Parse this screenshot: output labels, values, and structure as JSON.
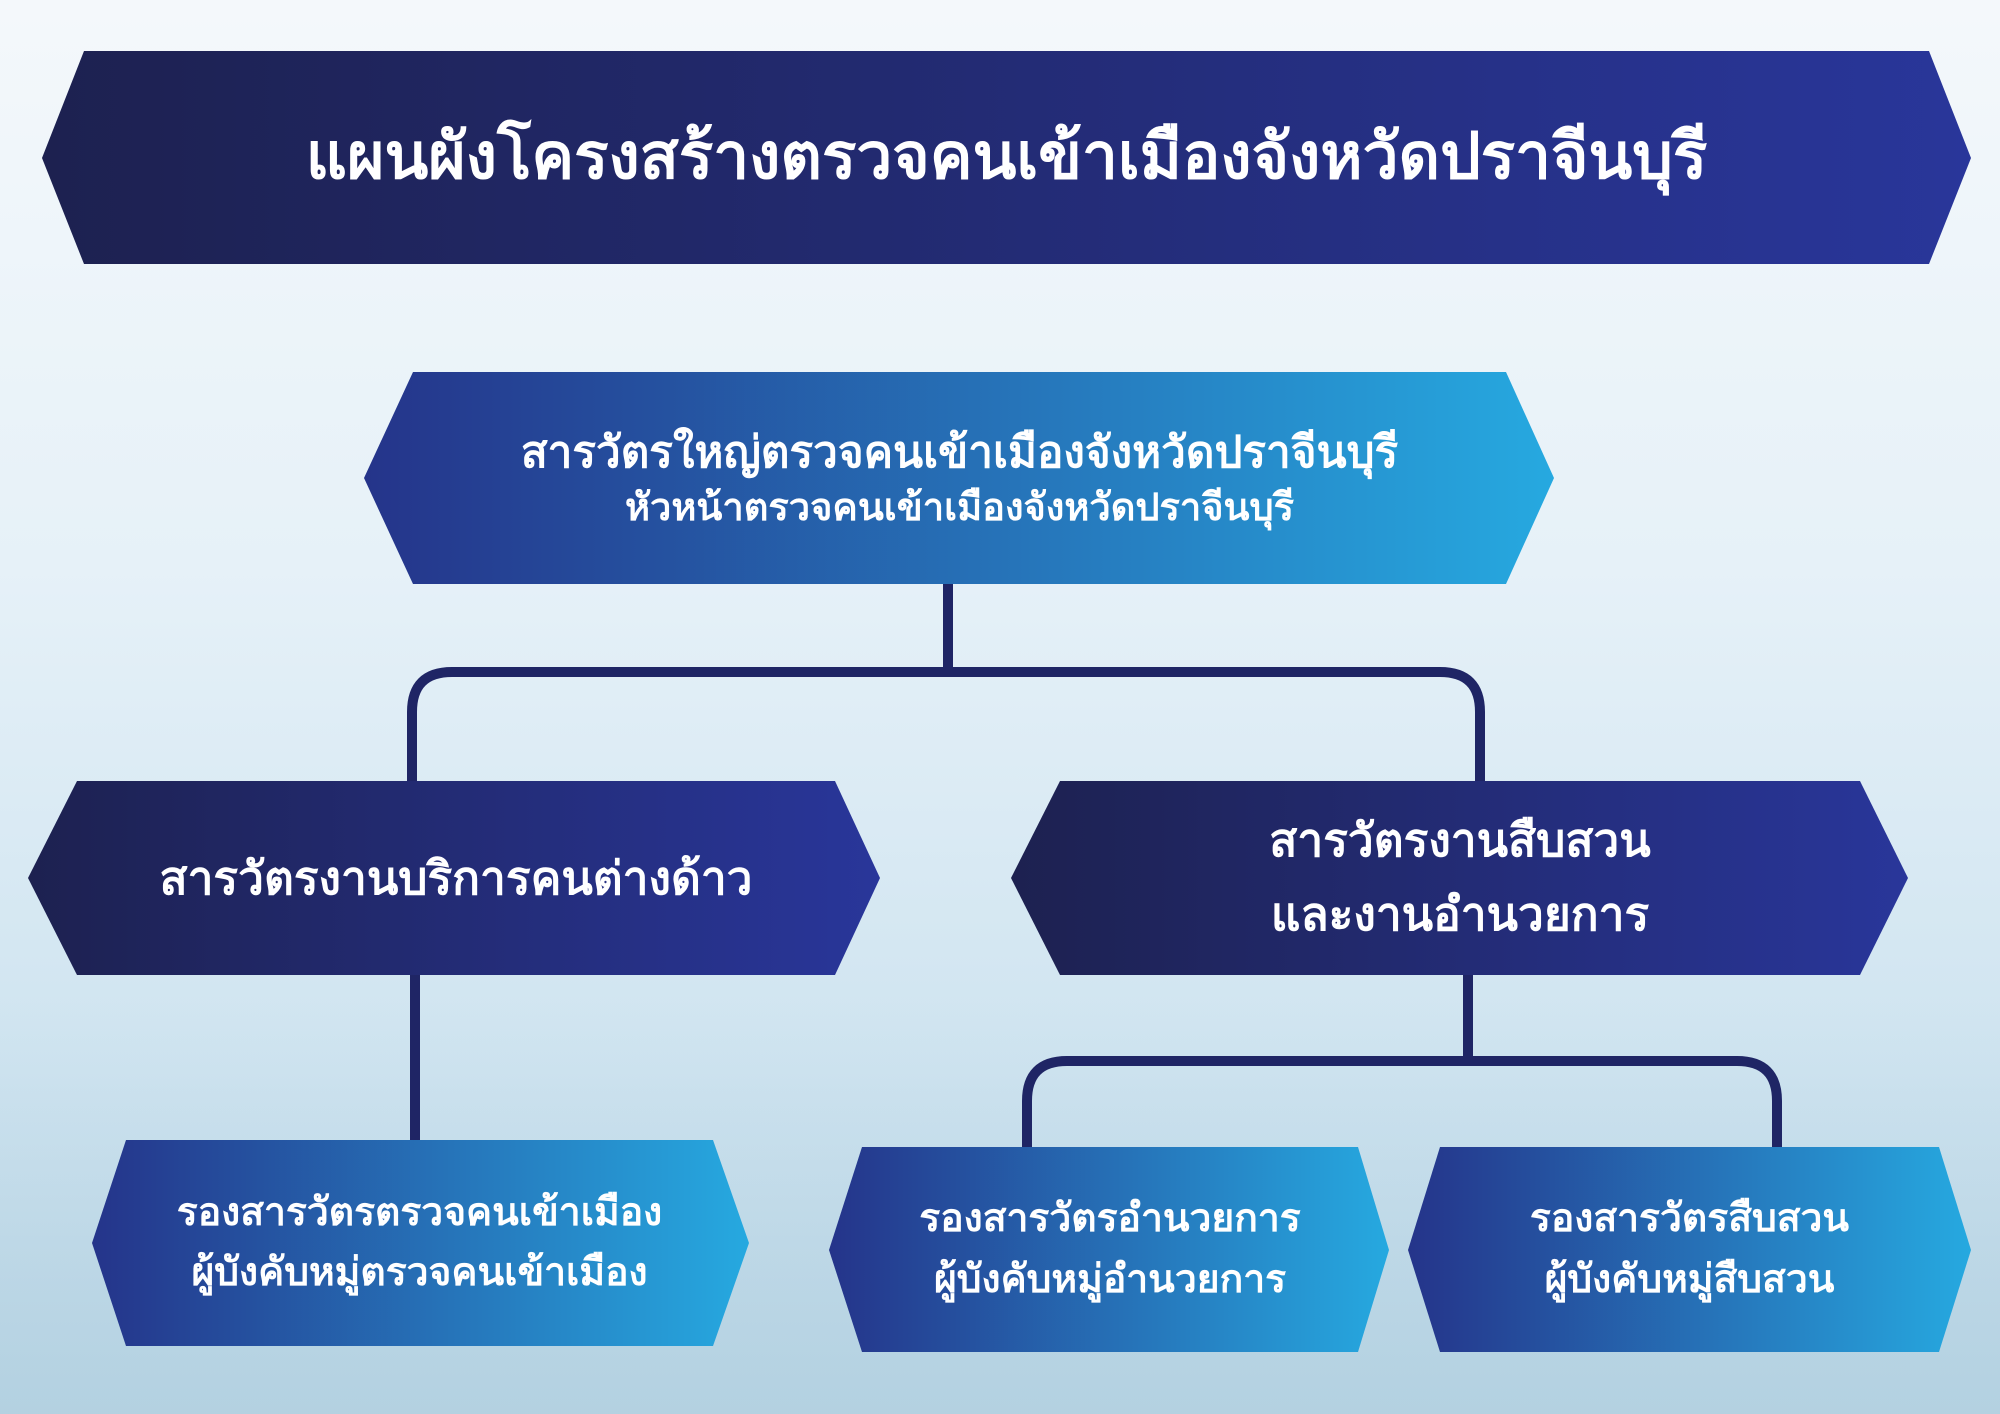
{
  "title": "แผนผังโครงสร้างตรวจคนเข้าเมืองจังหวัดปราจีนบุรี",
  "top": {
    "line1": "สารวัตรใหญ่ตรวจคนเข้าเมืองจังหวัดปราจีนบุรี",
    "line2": "หัวหน้าตรวจคนเข้าเมืองจังหวัดปราจีนบุรี"
  },
  "mid_left": {
    "line1": "สารวัตรงานบริการคนต่างด้าว"
  },
  "mid_right": {
    "line1": "สารวัตรงานสืบสวน",
    "line2": "และงานอำนวยการ"
  },
  "bottom_left": {
    "line1": "รองสารวัตรตรวจคนเข้าเมือง",
    "line2": "ผู้บังคับหมู่ตรวจคนเข้าเมือง"
  },
  "bottom_mid": {
    "line1": "รองสารวัตรอำนวยการ",
    "line2": "ผู้บังคับหมู่อำนวยการ"
  },
  "bottom_right": {
    "line1": "รองสารวัตรสืบสวน",
    "line2": "ผู้บังคับหมู่สืบสวน"
  },
  "colors": {
    "dark_start": "#1d2150",
    "dark_end": "#283694",
    "light_start": "#243a8c",
    "light_end": "#26a8df",
    "connector": "#1f2565"
  }
}
